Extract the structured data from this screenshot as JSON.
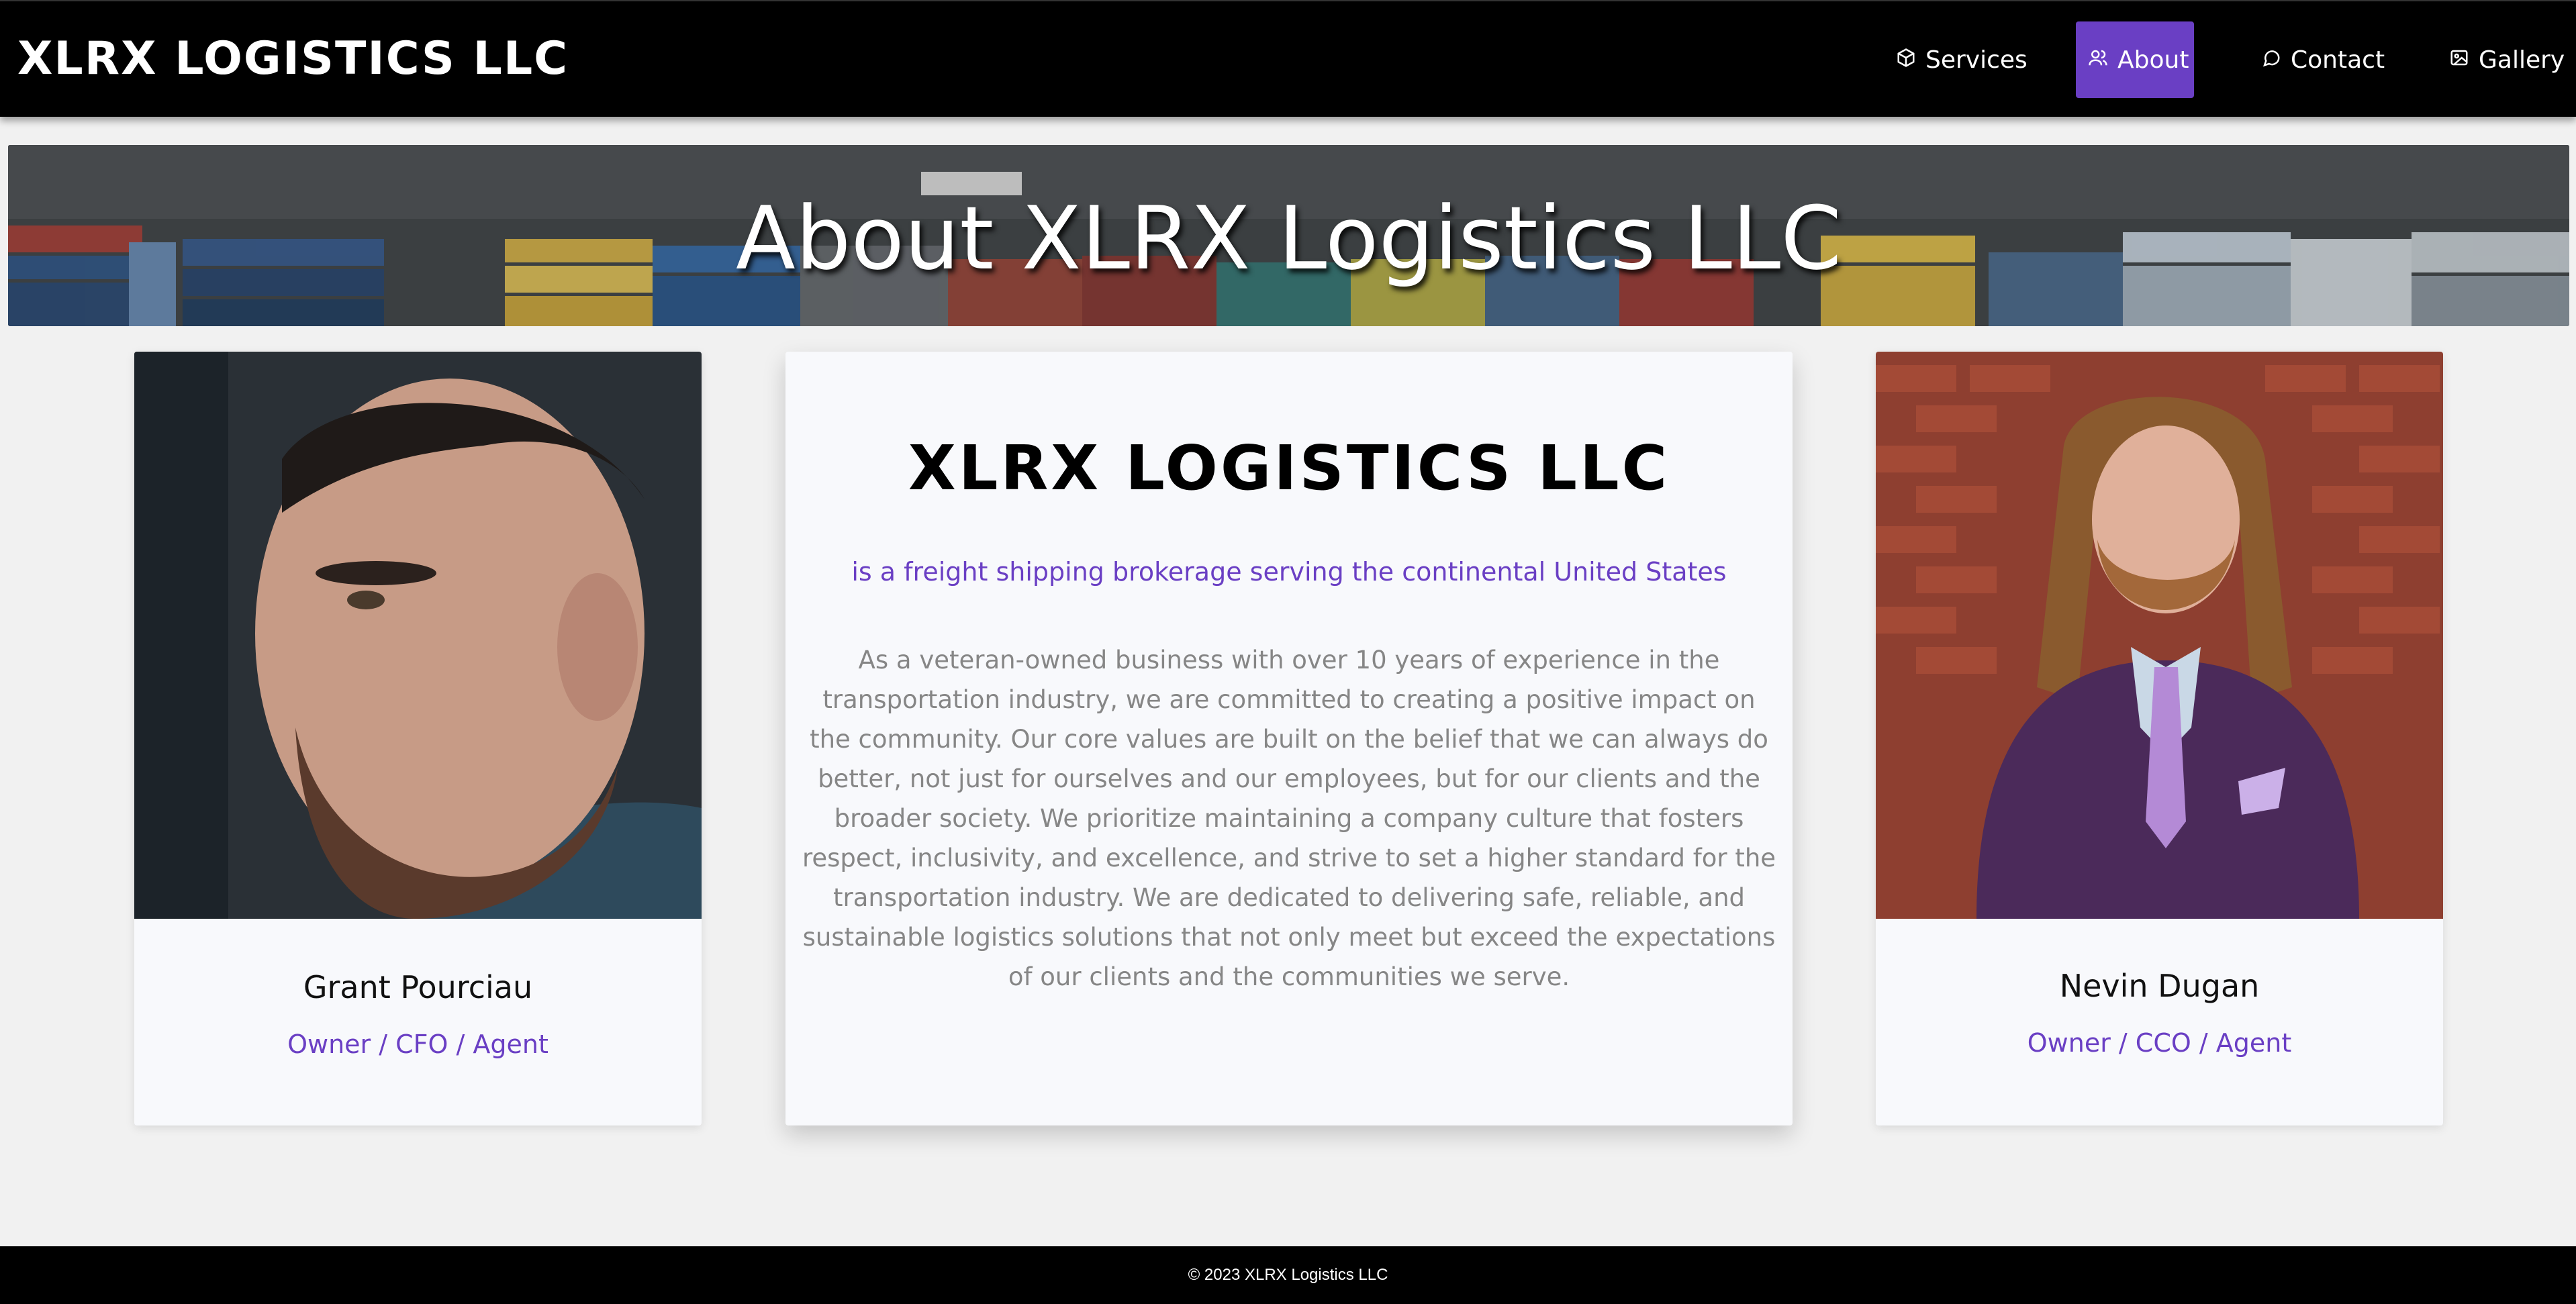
{
  "navbar": {
    "brand": "XLRX LOGISTICS LLC",
    "items": [
      {
        "label": "Services",
        "icon": "box-icon",
        "active": false
      },
      {
        "label": "About",
        "icon": "users-icon",
        "active": true
      },
      {
        "label": "Contact",
        "icon": "chat-icon",
        "active": false
      },
      {
        "label": "Gallery",
        "icon": "image-icon",
        "active": false
      }
    ]
  },
  "banner": {
    "title": "About XLRX Logistics LLC"
  },
  "team": [
    {
      "name": "Grant Pourciau",
      "role": "Owner / CFO / Agent"
    },
    {
      "name": "Nevin Dugan",
      "role": "Owner / CCO / Agent"
    }
  ],
  "about": {
    "logo": "XLRX LOGISTICS LLC",
    "tagline": "is a freight shipping brokerage serving the continental United States",
    "body": "As a veteran-owned business with over 10 years of experience in the transportation industry, we are committed to creating a positive impact on the community. Our core values are built on the belief that we can always do better, not just for ourselves and our employees, but for our clients and the broader society. We prioritize maintaining a company culture that fosters respect, inclusivity, and excellence, and strive to set a higher standard for the transportation industry. We are dedicated to delivering safe, reliable, and sustainable logistics solutions that not only meet but exceed the expectations of our clients and the communities we serve."
  },
  "footer": {
    "text": "© 2023 XLRX Logistics LLC"
  },
  "colors": {
    "accent": "#6a3fc4",
    "navbar": "#000000",
    "page_bg": "#f1f1f1",
    "card_bg": "#f8f9fc",
    "body_text": "#868686"
  }
}
